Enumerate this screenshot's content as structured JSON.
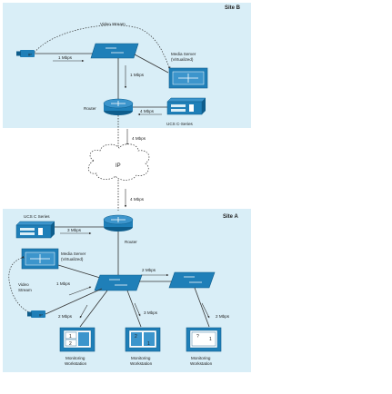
{
  "site_b": {
    "title": "Site B",
    "video_stream": "Video Stream",
    "media_server": [
      "Media Server",
      "(Virtualized)"
    ],
    "router": "Router",
    "ucs": "UCS C-Series",
    "bw_camera": "1 Mbps",
    "bw_switch_router": "1 Mbps",
    "bw_router_ucs": "4 Mbps",
    "bw_wan": "4 Mbps"
  },
  "wan": {
    "cloud": "IP",
    "bw_site_a": "4 Mbps"
  },
  "site_a": {
    "title": "Site A",
    "ucs": "UCS C Series",
    "bw_ucs_router": "3 Mbps",
    "router": "Router",
    "media_server": [
      "Media Server",
      "(Virtualized)"
    ],
    "video_stream": [
      "Video",
      "Stream"
    ],
    "bw_camera_switch": "1 Mbps",
    "bw_switch_switch": "2 Mbps",
    "bw_ws1": "2 Mbps",
    "bw_ws2": "3 Mbps",
    "bw_ws3": "2 Mbps",
    "workstations": [
      {
        "label": [
          "Monitoring",
          "Workstation"
        ],
        "tiles": [
          "1",
          "2"
        ]
      },
      {
        "label": [
          "Monitoring",
          "Workstation"
        ],
        "tiles": [
          "2",
          "1"
        ]
      },
      {
        "label": [
          "Monitoring",
          "Workstation"
        ],
        "tiles": [
          "?",
          "1"
        ]
      }
    ]
  },
  "colors": {
    "panel": "#d9eef7",
    "device": "#1f7fb8",
    "device_dark": "#0e5d8c",
    "line": "#333333"
  }
}
